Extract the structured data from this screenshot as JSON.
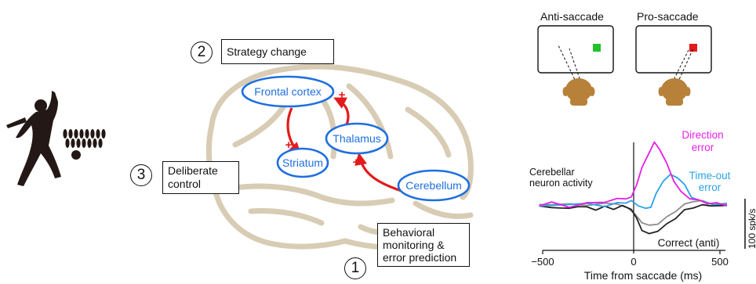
{
  "regions": {
    "frontal": "Frontal cortex",
    "thalamus": "Thalamus",
    "striatum": "Striatum",
    "cerebellum": "Cerebellum"
  },
  "signs": {
    "plus": "+"
  },
  "steps": [
    {
      "number": "2",
      "label": "Strategy change"
    },
    {
      "number": "3",
      "label_line1": "Deliberate",
      "label_line2": "control"
    },
    {
      "number": "1",
      "label_line1": "Behavioral",
      "label_line2": "monitoring &",
      "label_line3": "error prediction"
    }
  ],
  "tasks": {
    "anti": "Anti-saccade",
    "pro": "Pro-saccade"
  },
  "trace_labels": {
    "direction_line1": "Direction",
    "direction_line2": "error",
    "timeout_line1": "Time-out",
    "timeout_line2": "error",
    "correct": "Correct (anti)",
    "ylabel_line1": "Cerebellar",
    "ylabel_line2": "neuron activity",
    "scale": "100 spk/s"
  },
  "colors": {
    "brain_outline": "#d8ccb4",
    "region_blue": "#1f6fe0",
    "arrow_red": "#e31b1b",
    "direction_error": "#e61ee6",
    "timeout_error": "#2aa2e6",
    "correct": "#222222",
    "correct_gray": "#8c8c8c",
    "target_green": "#21c22a",
    "target_red": "#e31b1b",
    "head": "#b8813a"
  },
  "chart_data": {
    "type": "line",
    "xlabel": "Time from saccade (ms)",
    "xticks": [
      "−500",
      "0",
      "500"
    ],
    "xlim": [
      -500,
      550
    ],
    "series": [
      {
        "name": "Direction error",
        "color": "#e61ee6",
        "x": [
          -520,
          -450,
          -350,
          -250,
          -150,
          -80,
          -30,
          0,
          30,
          60,
          100,
          130,
          160,
          200,
          240,
          280,
          330,
          380,
          430,
          480,
          540
        ],
        "y": [
          0,
          3,
          -2,
          2,
          5,
          8,
          10,
          10,
          30,
          52,
          75,
          88,
          80,
          58,
          35,
          18,
          10,
          6,
          3,
          2,
          0
        ]
      },
      {
        "name": "Time-out error",
        "color": "#2aa2e6",
        "x": [
          -520,
          -450,
          -350,
          -250,
          -150,
          -80,
          -30,
          0,
          40,
          80,
          110,
          140,
          180,
          220,
          260,
          300,
          340,
          400,
          460,
          540
        ],
        "y": [
          0,
          -2,
          2,
          1,
          -1,
          2,
          4,
          5,
          0,
          -6,
          -2,
          15,
          35,
          42,
          40,
          28,
          12,
          4,
          2,
          0
        ]
      },
      {
        "name": "Correct (anti)",
        "color": "#222222",
        "x": [
          -520,
          -450,
          -400,
          -350,
          -300,
          -250,
          -200,
          -150,
          -100,
          -50,
          0,
          30,
          60,
          100,
          150,
          200,
          250,
          300,
          350,
          400,
          450,
          540
        ],
        "y": [
          0,
          -5,
          -3,
          -6,
          -1,
          -4,
          -6,
          -3,
          -5,
          -2,
          -5,
          -20,
          -35,
          -42,
          -36,
          -28,
          -18,
          -8,
          -3,
          -1,
          0,
          -2
        ]
      },
      {
        "color": "#8c8c8c",
        "x": [
          -520,
          -450,
          -350,
          -250,
          -150,
          -80,
          -20,
          20,
          60,
          100,
          150,
          200,
          250,
          300,
          350,
          400,
          460,
          540
        ],
        "y": [
          2,
          -1,
          3,
          -2,
          4,
          0,
          -3,
          -14,
          -24,
          -30,
          -26,
          -18,
          -8,
          0,
          6,
          5,
          2,
          1
        ]
      }
    ]
  }
}
